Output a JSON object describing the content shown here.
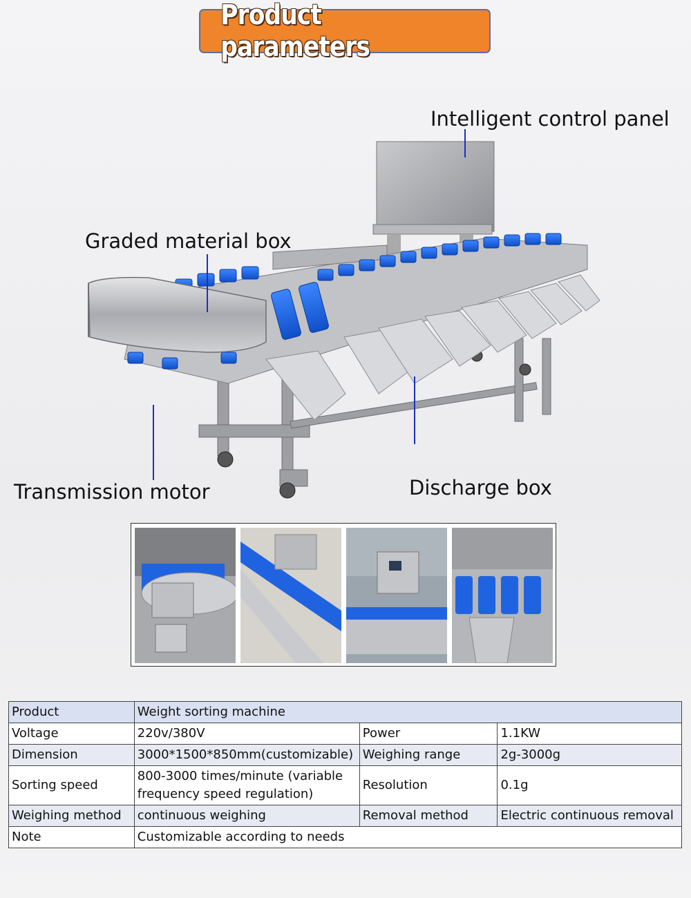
{
  "banner": {
    "title": "Product parameters"
  },
  "callouts": {
    "control_panel": "Intelligent control panel",
    "material_box": "Graded material box",
    "motor": "Transmission motor",
    "discharge": "Discharge box"
  },
  "colors": {
    "banner_bg": "#f0842a",
    "banner_border": "#5b6ea7",
    "bucket_blue": "#1f63e0",
    "leader_line": "#1c2fbf",
    "table_header_bg": "#d9e0f1"
  },
  "specs": {
    "product_label": "Product",
    "product_value": "Weight sorting machine",
    "voltage_label": "Voltage",
    "voltage_value": "220v/380V",
    "power_label": "Power",
    "power_value": "1.1KW",
    "dimension_label": "Dimension",
    "dimension_value": "3000*1500*850mm(customizable)",
    "range_label": "Weighing range",
    "range_value": "2g-3000g",
    "speed_label": "Sorting speed",
    "speed_value": "800-3000 times/minute (variable frequency speed regulation)",
    "resolution_label": "Resolution",
    "resolution_value": "0.1g",
    "method_label": "Weighing method",
    "method_value": "continuous weighing",
    "removal_label": "Removal method",
    "removal_value": "Electric continuous removal",
    "note_label": "Note",
    "note_value": "Customizable according to needs"
  }
}
